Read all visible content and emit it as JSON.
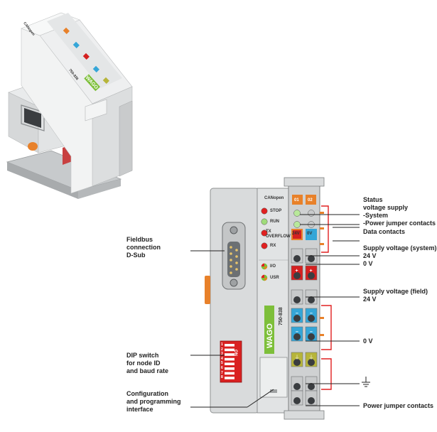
{
  "photo": {
    "device_marks": [
      "CANopen",
      "750-838"
    ],
    "brand": "WAGO"
  },
  "front": {
    "status_header": "CANopen",
    "leds": [
      {
        "label": "STOP",
        "color": "#e02020"
      },
      {
        "label": "RUN",
        "color": "#9fdc7a"
      },
      {
        "label": "TX\nOVERFLOW",
        "color": "#e02020"
      },
      {
        "label": "RX",
        "color": "#e02020"
      },
      {
        "label": "I/O",
        "color": "#e08a20"
      },
      {
        "label": "USR",
        "color": "#e08a20"
      }
    ],
    "terminal_top_labels": [
      "01",
      "02"
    ],
    "supply_labels": [
      "24V",
      "0V"
    ],
    "brand": "WAGO",
    "model": "750-838",
    "dip_numbers": [
      "1",
      "2",
      "3",
      "4",
      "5",
      "6",
      "7",
      "8"
    ],
    "dip_on": "ON",
    "ground_symbol": "⏚"
  },
  "callouts": {
    "fieldbus": "Fieldbus\nconnection\nD-Sub",
    "dip": "DIP switch\nfor node ID\nand baud rate",
    "config": "Configuration\nand programming\ninterface",
    "status": "Status\nvoltage supply\n-System\n-Power jumper contacts",
    "data": "Data contacts",
    "supply_system": "Supply voltage (system)\n24 V\n0 V",
    "supply_field": "Supply voltage (field)\n24 V",
    "zero_v": "0 V",
    "ground": "⏚",
    "jumper": "Power jumper contacts"
  },
  "colors": {
    "housing": "#d9dbdc",
    "led_green": "#9fdc7a",
    "led_red": "#e02020",
    "terminal_orange": "#e8812a",
    "terminal_red": "#d42020",
    "terminal_blue": "#35a6d8",
    "terminal_ground": "#b7b53a",
    "dip_red": "#d92121",
    "brand_green": "#7dbf3a",
    "jumper_red": "#e02020"
  }
}
